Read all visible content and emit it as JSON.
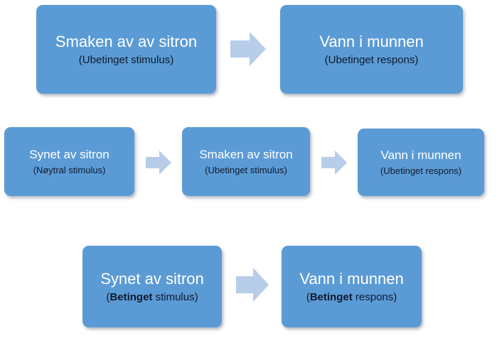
{
  "rows": [
    {
      "boxes": [
        {
          "title": "Smaken av av sitron",
          "sub_bold": "",
          "sub_rest": "Ubetinget stimulus"
        },
        {
          "title": "Vann i munnen",
          "sub_bold": "",
          "sub_rest": "Ubetinget respons"
        }
      ]
    },
    {
      "boxes": [
        {
          "title": "Synet av sitron",
          "sub_bold": "",
          "sub_rest": "Nøytral stimulus"
        },
        {
          "title": "Smaken av sitron",
          "sub_bold": "",
          "sub_rest": "Ubetinget stimulus"
        },
        {
          "title": "Vann i munnen",
          "sub_bold": "",
          "sub_rest": "Ubetinget respons"
        }
      ]
    },
    {
      "boxes": [
        {
          "title": "Synet av sitron",
          "sub_bold": "Betinget",
          "sub_rest": " stimulus"
        },
        {
          "title": "Vann i munnen",
          "sub_bold": "Betinget",
          "sub_rest": " respons"
        }
      ]
    }
  ],
  "colors": {
    "box_fill": "#5b9bd5",
    "arrow_fill": "#b7cde9",
    "title_text": "#ffffff",
    "sub_text": "#0f1a2e"
  },
  "arrow_icon": "right-arrow-icon"
}
